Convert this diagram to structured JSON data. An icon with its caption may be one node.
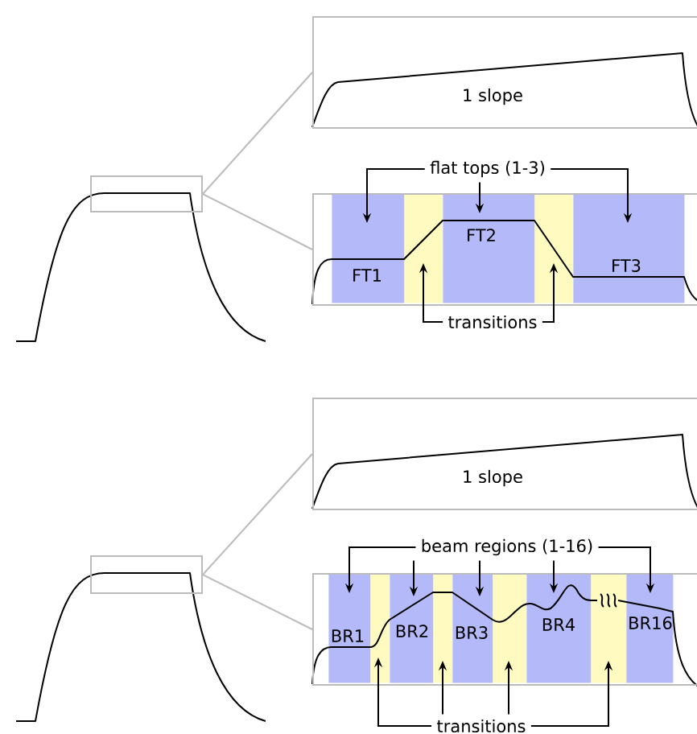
{
  "diagram": {
    "nodes": [
      {
        "text": [],
        "shape": "box"
      },
      {
        "text": [
          "1 slope"
        ]
      },
      {
        "text": [],
        "shape": "box"
      },
      {
        "text": [
          "FT1"
        ],
        "in": 2
      },
      {
        "text": [],
        "shape": "box",
        "in": 2
      },
      {
        "text": [
          "FT2"
        ],
        "in": 2
      },
      {
        "text": [],
        "shape": "box",
        "in": 2
      },
      {
        "text": [
          "FT3"
        ],
        "in": 2
      },
      {
        "text": [
          "flat tops (1-3)"
        ]
      },
      {
        "text": [
          "transitions"
        ]
      },
      {
        "text": [],
        "shape": "box"
      },
      {
        "text": [
          "1 slope"
        ]
      },
      {
        "text": [],
        "shape": "box"
      },
      {
        "text": [
          "BR1"
        ],
        "in": 12
      },
      {
        "text": [],
        "shape": "box",
        "in": 12
      },
      {
        "text": [
          "BR2"
        ],
        "in": 12
      },
      {
        "text": [],
        "shape": "box",
        "in": 12
      },
      {
        "text": [
          "BR3"
        ],
        "in": 12
      },
      {
        "text": [],
        "shape": "box",
        "in": 12
      },
      {
        "text": [
          "BR4"
        ],
        "in": 12
      },
      {
        "text": [],
        "shape": "box",
        "in": 12
      },
      {
        "text": [
          "BR16"
        ],
        "in": 12
      },
      {
        "text": [
          "beam regions (1-16)"
        ]
      },
      {
        "text": [
          "transitions"
        ]
      }
    ],
    "edges": [
      {
        "from": 0,
        "to": 1,
        "arrow": "none",
        "color": "#bbbbbb"
      },
      {
        "from": 0,
        "to": 2,
        "arrow": "none",
        "color": "#bbbbbb"
      },
      {
        "from": 8,
        "to": 3,
        "arrow": "to"
      },
      {
        "from": 8,
        "to": 5,
        "arrow": "to"
      },
      {
        "from": 8,
        "to": 7,
        "arrow": "to"
      },
      {
        "from": 9,
        "to": 4,
        "arrow": "to"
      },
      {
        "from": 9,
        "to": 6,
        "arrow": "to"
      },
      {
        "from": 10,
        "to": 11,
        "arrow": "none",
        "color": "#bbbbbb"
      },
      {
        "from": 10,
        "to": 12,
        "arrow": "none",
        "color": "#bbbbbb"
      },
      {
        "from": 22,
        "to": 13,
        "arrow": "to"
      },
      {
        "from": 22,
        "to": 15,
        "arrow": "to"
      },
      {
        "from": 22,
        "to": 17,
        "arrow": "to"
      },
      {
        "from": 22,
        "to": 19,
        "arrow": "to"
      },
      {
        "from": 22,
        "to": 21,
        "arrow": "to"
      },
      {
        "from": 23,
        "to": 14,
        "arrow": "to"
      },
      {
        "from": 23,
        "to": 16,
        "arrow": "to"
      },
      {
        "from": 23,
        "to": 18,
        "arrow": "to"
      },
      {
        "from": 23,
        "to": 20,
        "arrow": "to"
      }
    ]
  }
}
